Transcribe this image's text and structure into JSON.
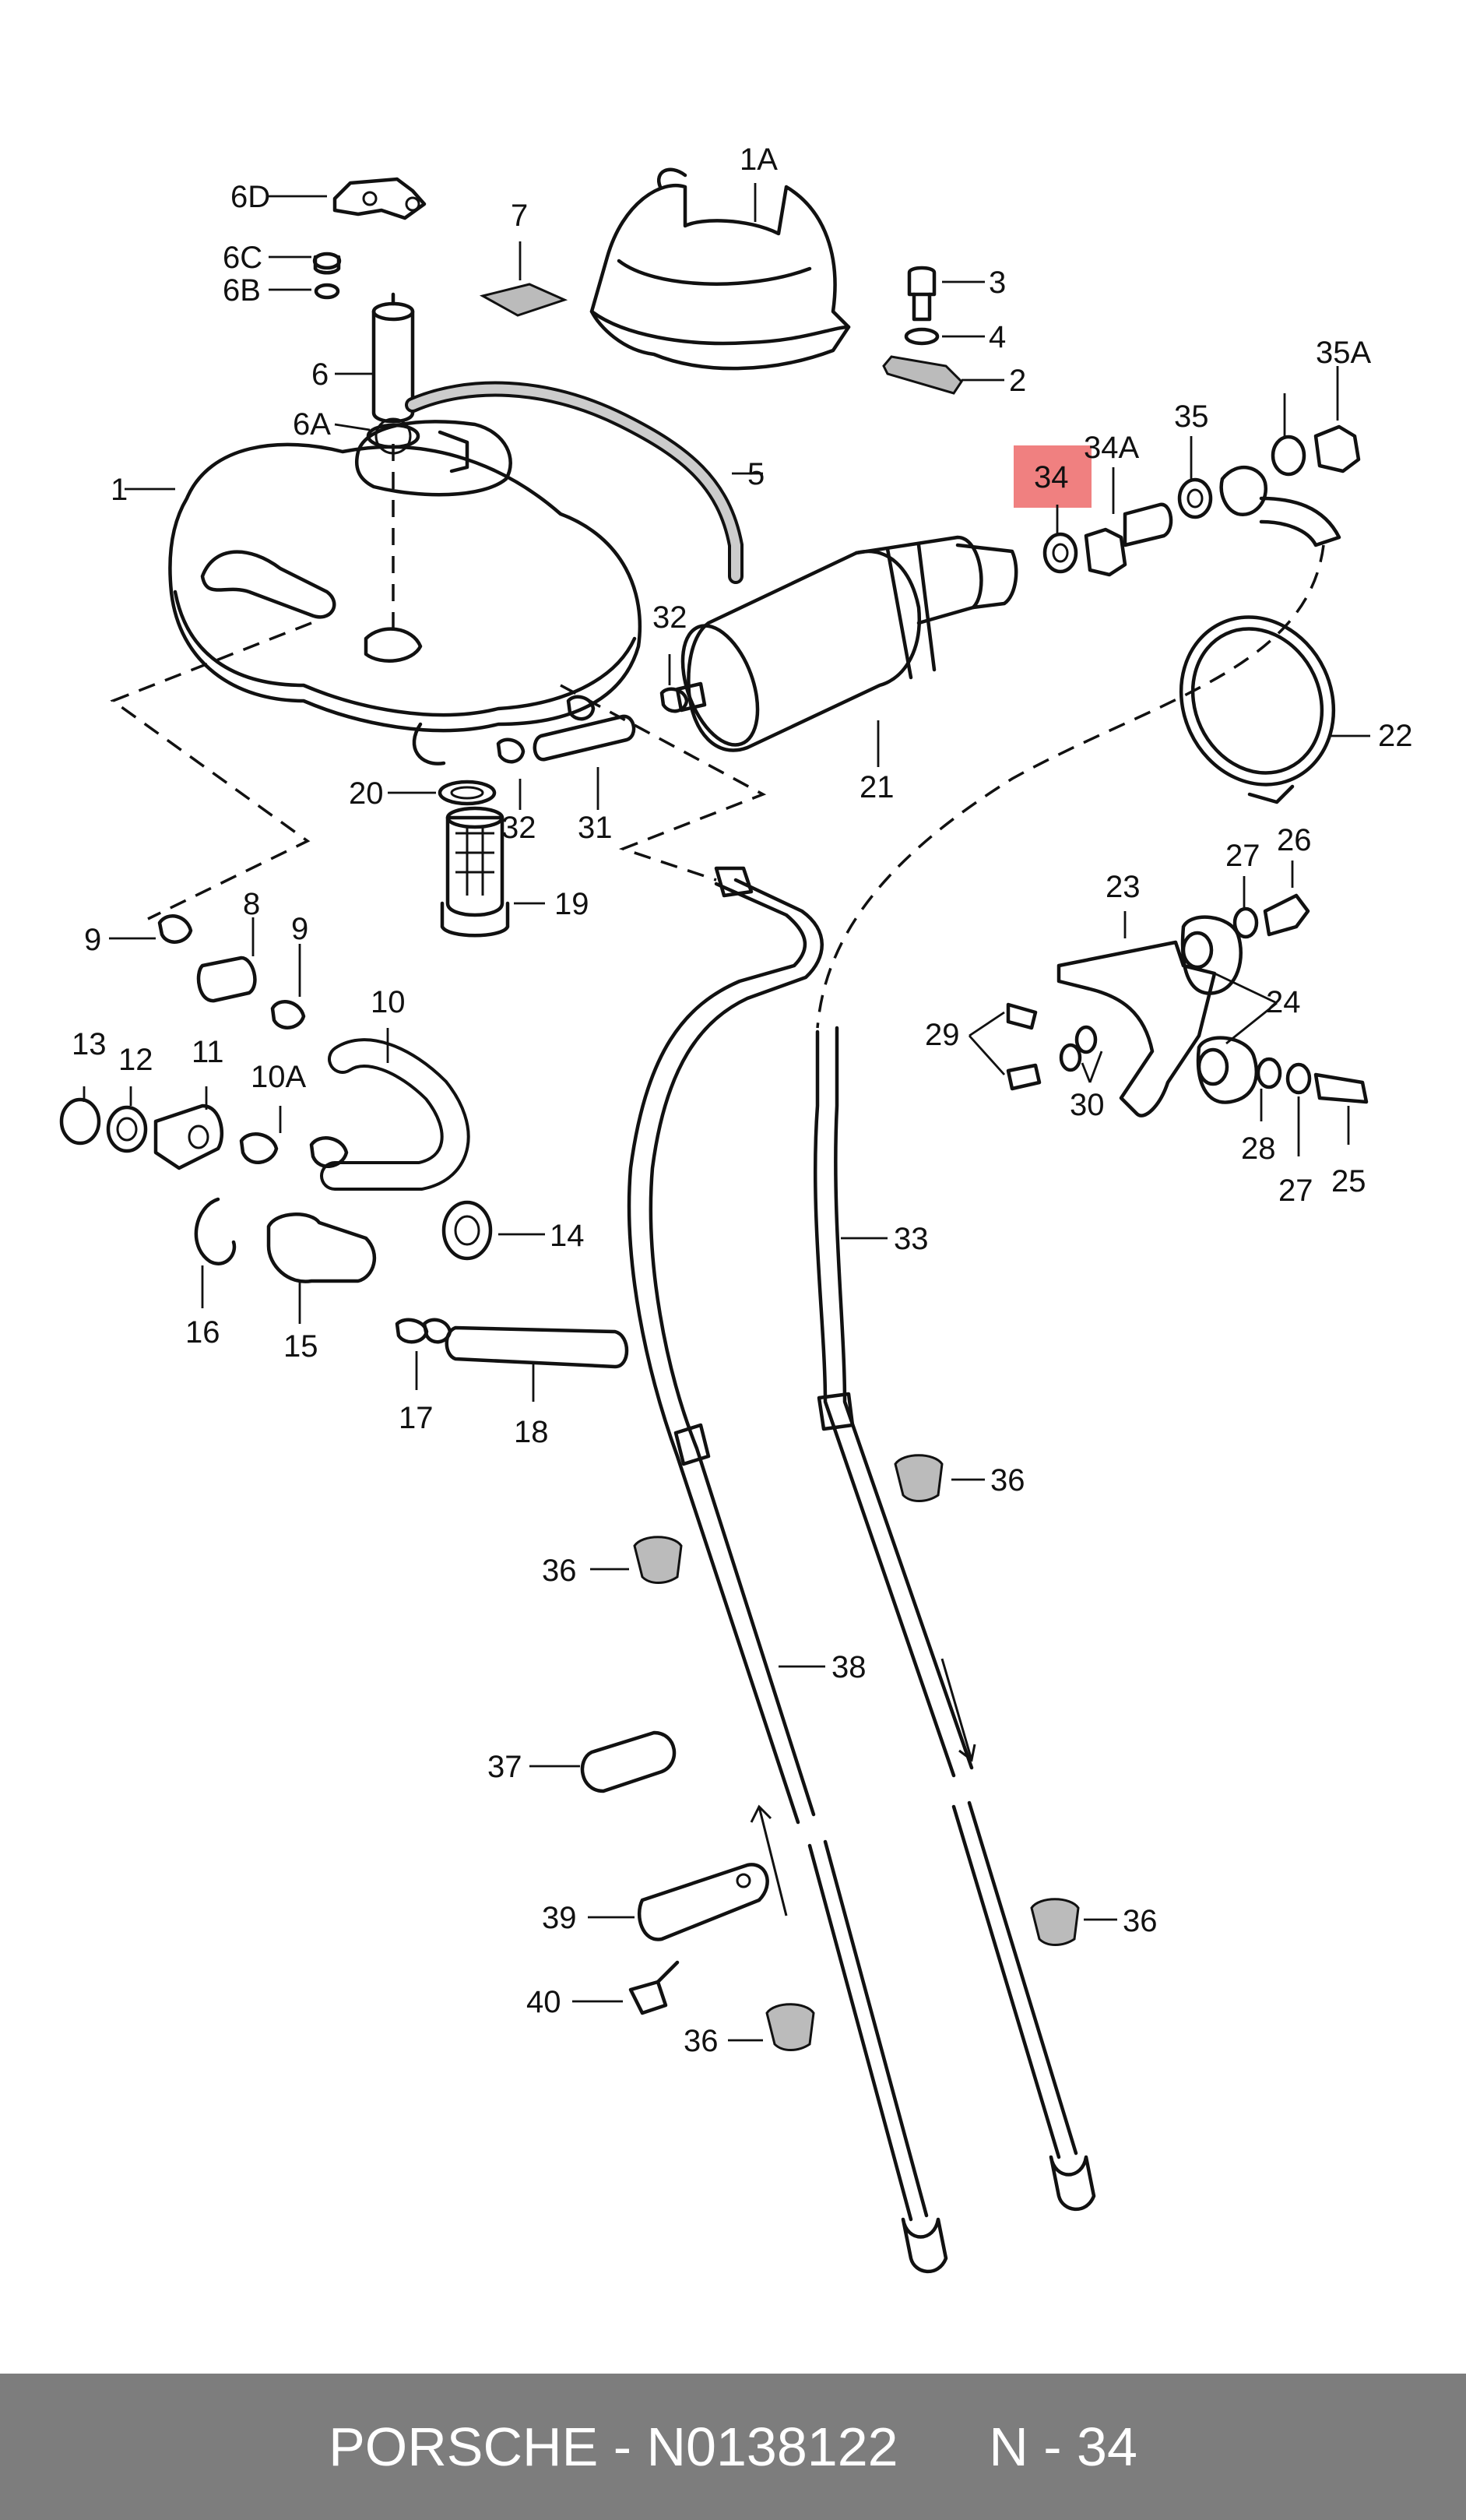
{
  "diagram": {
    "labels": [
      "1A",
      "7",
      "6D",
      "6C",
      "6B",
      "6",
      "6A",
      "5",
      "1",
      "3",
      "4",
      "2",
      "34",
      "34A",
      "35",
      "35A",
      "32",
      "20",
      "32",
      "31",
      "21",
      "22",
      "19",
      "9",
      "8",
      "9",
      "10",
      "13",
      "12",
      "11",
      "10A",
      "14",
      "16",
      "15",
      "23",
      "27",
      "26",
      "24",
      "29",
      "30",
      "28",
      "27",
      "25",
      "17",
      "18",
      "33",
      "36",
      "36",
      "38",
      "37",
      "39",
      "40",
      "36",
      "36"
    ],
    "highlight_label": "34",
    "highlight_color": "#f08080"
  },
  "footer": {
    "brand": "PORSCHE",
    "separator": " - ",
    "part_number": "N0138122",
    "page_ref": "N - 34"
  }
}
